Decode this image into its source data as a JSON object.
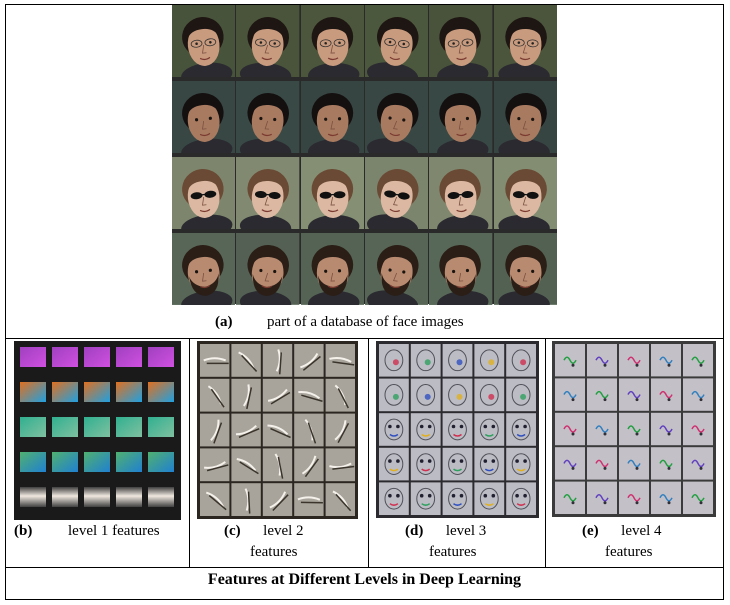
{
  "figure": {
    "panel_a": {
      "label": "(a)",
      "text": "part of a database of face images"
    },
    "panel_b": {
      "label": "(b)",
      "text": "level 1 features"
    },
    "panel_c": {
      "label": "(c)",
      "text_line1": "level 2",
      "text_line2": "features"
    },
    "panel_d": {
      "label": "(d)",
      "text_line1": "level 3",
      "text_line2": "features"
    },
    "panel_e": {
      "label": "(e)",
      "text_line1": "level 4",
      "text_line2": "features"
    },
    "title": "Features at Different Levels in Deep Learning"
  },
  "faces": {
    "rows": [
      {
        "skin": "#c89a7e",
        "hair": "#1e1612",
        "bg": "#4e5a3e",
        "glasses": "clear"
      },
      {
        "skin": "#a87a60",
        "hair": "#141010",
        "bg": "#3a4a46",
        "glasses": "none"
      },
      {
        "skin": "#dcb8a2",
        "hair": "#6a4a34",
        "bg": "#8a9478",
        "glasses": "dark"
      },
      {
        "skin": "#b88a70",
        "hair": "#2a1e16",
        "bg": "#5a6a5a",
        "glasses": "none",
        "beard": "#2a1e16"
      }
    ],
    "columns": 6
  }
}
